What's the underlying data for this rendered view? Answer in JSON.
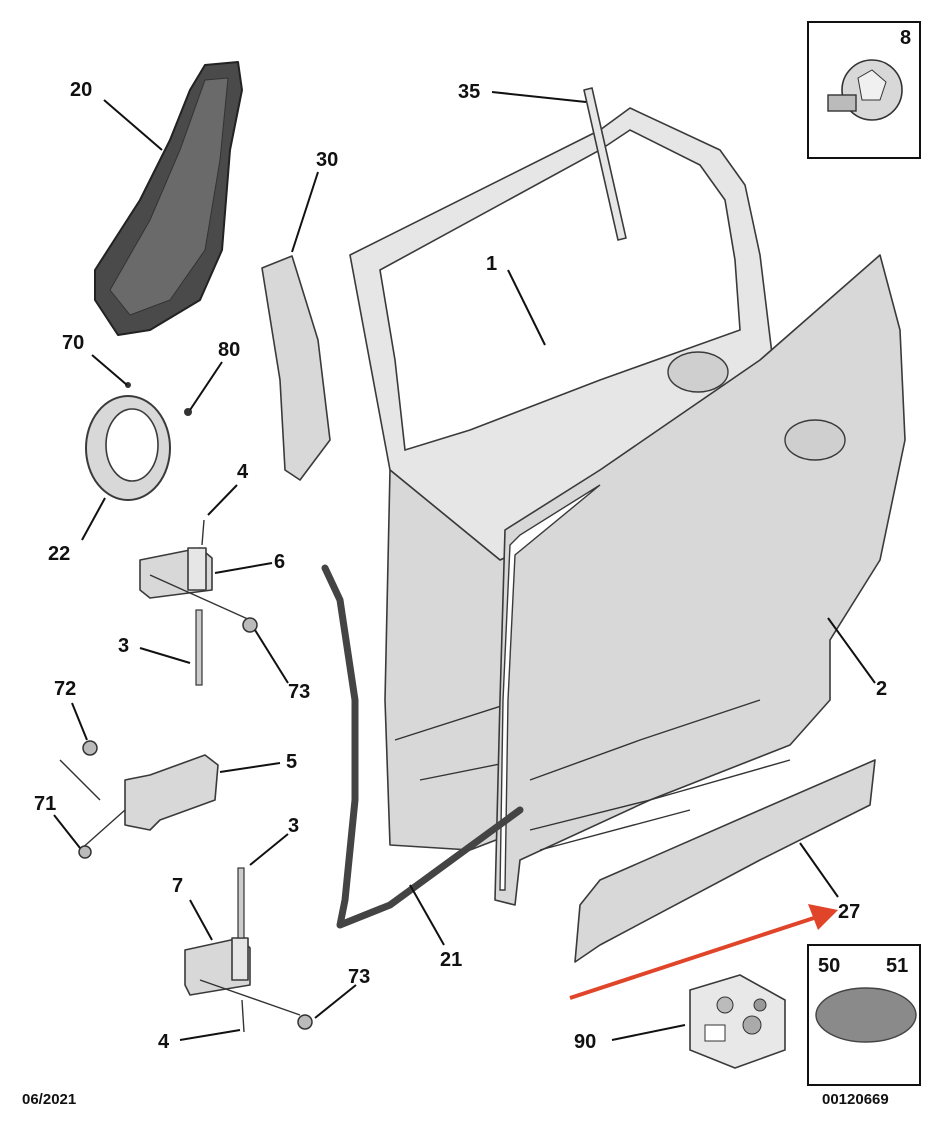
{
  "callouts": {
    "p1": "1",
    "p2": "2",
    "p3a": "3",
    "p3b": "3",
    "p4a": "4",
    "p4b": "4",
    "p5": "5",
    "p6": "6",
    "p7": "7",
    "p8": "8",
    "p20": "20",
    "p21": "21",
    "p22": "22",
    "p27": "27",
    "p30": "30",
    "p35": "35",
    "p50": "50",
    "p51": "51",
    "p70": "70",
    "p71": "71",
    "p72": "72",
    "p73a": "73",
    "p73b": "73",
    "p80": "80",
    "p90": "90"
  },
  "footer": {
    "date": "06/2021",
    "reference": "00120669"
  },
  "colors": {
    "arrow": "#e0452a",
    "part_fill": "#d8d8d8",
    "seal_fill": "#4a4a4a",
    "patch_fill": "#8a8a8a"
  }
}
